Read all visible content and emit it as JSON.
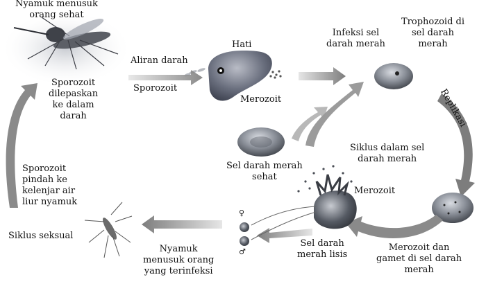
{
  "labels": {
    "mosquito_bites_healthy": "Nyamuk menusuk\norang sehat",
    "bloodstream": "Aliran darah",
    "sporozoite": "Sporozoit",
    "liver": "Hati",
    "rbc_infection": "Infeksi sel\ndarah merah",
    "trophozoite": "Trophozoid di\nsel darah\nmerah",
    "replication": "Replikasi",
    "sporozoite_released": "Sporozoit\ndilepaskan\nke dalam\ndarah",
    "merozoite_liver": "Merozoit",
    "healthy_rbc": "Sel darah merah\nsehat",
    "blood_cycle": "Siklus dalam sel\ndarah merah",
    "sporozoite_to_gland": "Sporozoit\npindah ke\nkelenjar air\nliur nyamuk",
    "merozoite_lysis": "Merozoit",
    "sexual_cycle": "Siklus seksual",
    "lysed_rbc": "Sel darah\nmerah lisis",
    "infected_mosquito_bites": "Nyamuk\nmenusuk orang\nyang terinfeksi",
    "merozoite_gamete": "Merozoit dan\ngamet di sel darah\nmerah",
    "female_symbol": "♀",
    "male_symbol": "♂"
  },
  "colors": {
    "arrow": "#8a8a8a",
    "liver": "#6a6f7e",
    "rbc": "#7a7e86",
    "lysis": "#555a63",
    "mosquito": "#6b6b6b"
  }
}
